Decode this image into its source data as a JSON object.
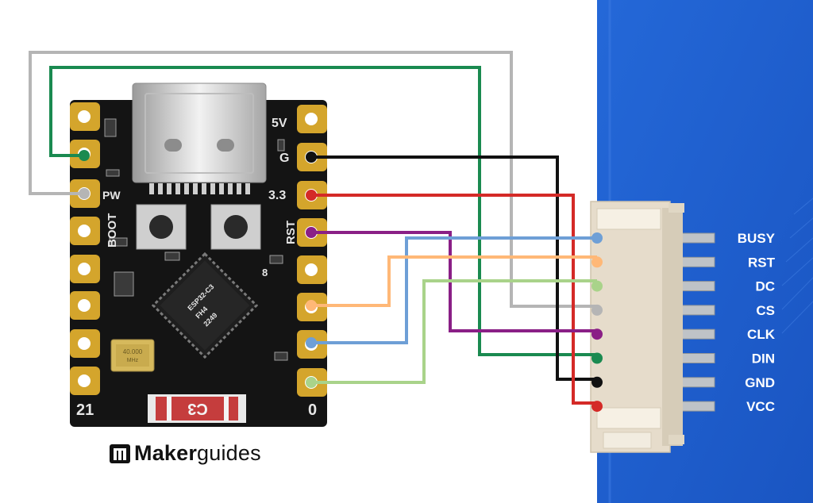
{
  "board": {
    "usb_connector": "usb-c",
    "left_pin_labels": [
      "PW",
      "BOOT"
    ],
    "right_pin_labels": [
      "5V",
      "G",
      "3.3",
      "RST"
    ],
    "corner_numbers": {
      "bottom_left": "21",
      "bottom_right": "0"
    },
    "chip_text": [
      "ESP32-C3",
      "FH4",
      "2249"
    ],
    "crystal_text": [
      "40.000",
      "MHz"
    ],
    "antenna_text": "C3",
    "small_digit": "8"
  },
  "display": {
    "pins": [
      "BUSY",
      "RST",
      "DC",
      "CS",
      "CLK",
      "DIN",
      "GND",
      "VCC"
    ],
    "panel_color": "#1f5fd0"
  },
  "wires": [
    {
      "display_pin": "BUSY",
      "color": "#6e9fd6"
    },
    {
      "display_pin": "RST",
      "color": "#ffb877"
    },
    {
      "display_pin": "DC",
      "color": "#a9d38a"
    },
    {
      "display_pin": "CS",
      "color": "#b5b5b5"
    },
    {
      "display_pin": "CLK",
      "color": "#8a1f86"
    },
    {
      "display_pin": "DIN",
      "color": "#1a8a50"
    },
    {
      "display_pin": "GND",
      "color": "#111111"
    },
    {
      "display_pin": "VCC",
      "color": "#d42a27"
    }
  ],
  "brand": {
    "part1": "Maker",
    "part2": "guides",
    "icon": "makerguides-logo-icon"
  }
}
